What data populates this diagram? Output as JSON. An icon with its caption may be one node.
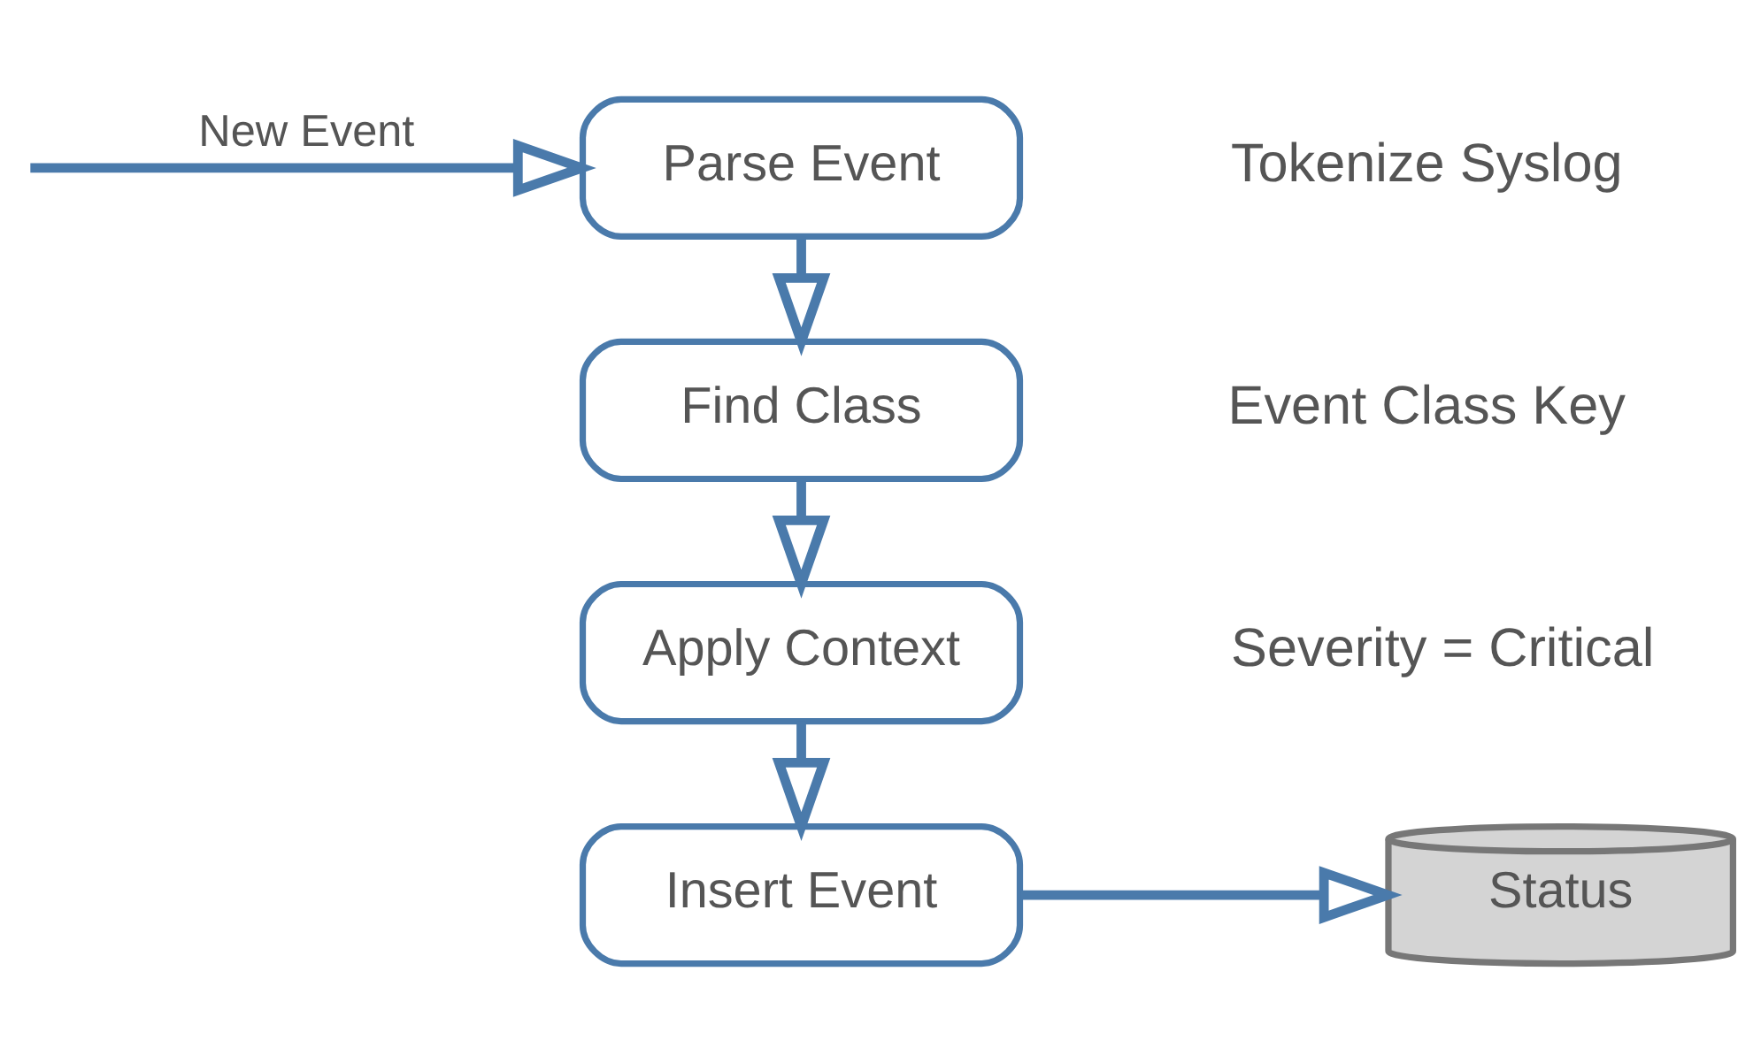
{
  "diagram": {
    "nodes": [
      {
        "text": [
          "Parse Event"
        ],
        "beside": [
          "Tokenize Syslog"
        ]
      },
      {
        "text": [
          "Find Class"
        ],
        "beside": [
          "Event Class Key"
        ]
      },
      {
        "text": [
          "Apply Context"
        ],
        "beside": [
          "Severity = Critical"
        ]
      },
      {
        "text": [
          "Insert Event"
        ]
      },
      {
        "text": [
          "Status"
        ]
      }
    ],
    "edges": [
      {
        "from": null,
        "to": 0,
        "arrow": "to",
        "label": "New Event"
      },
      {
        "from": 0,
        "to": 1,
        "arrow": "to"
      },
      {
        "from": 1,
        "to": 2,
        "arrow": "to"
      },
      {
        "from": 2,
        "to": 3,
        "arrow": "to"
      },
      {
        "from": 3,
        "to": 4,
        "arrow": "to"
      }
    ]
  }
}
